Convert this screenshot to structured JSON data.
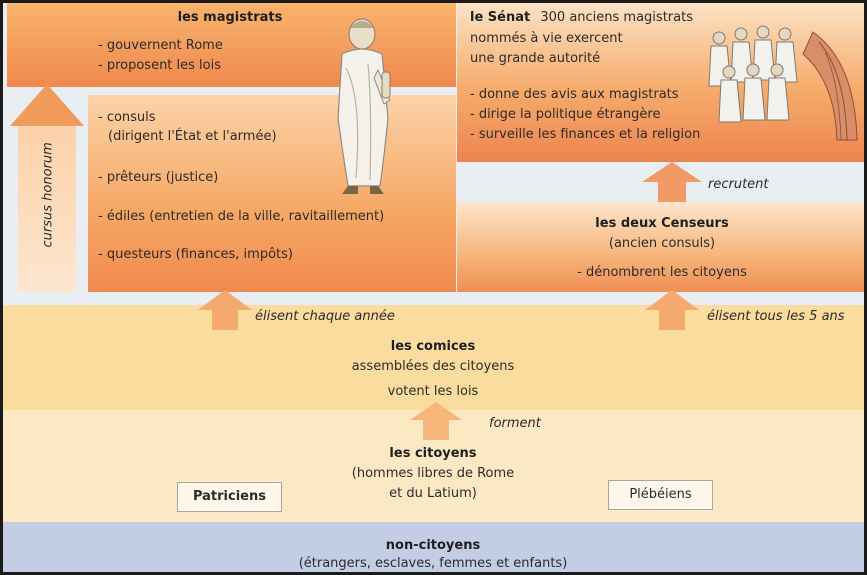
{
  "magistrats": {
    "title": "les magistrats",
    "lines": [
      "- gouvernent Rome",
      "- proposent les lois"
    ],
    "offices": [
      "- consuls",
      "(dirigent l'État et l'armée)",
      "- prêteurs (justice)",
      "- édiles (entretien de la ville, ravitaillement)",
      "- questeurs (finances, impôts)"
    ]
  },
  "cursus": {
    "label": "cursus honorum"
  },
  "senat": {
    "title": "le Sénat",
    "desc1": "300 anciens magistrats",
    "desc2": "nommés à vie exercent",
    "desc3": "une grande autorité",
    "roles": [
      "- donne des avis aux magistrats",
      "- dirige la politique étrangère",
      "- surveille les finances et la religion"
    ]
  },
  "arrows": {
    "recrutent": "recrutent",
    "elisent_annee": "élisent chaque année",
    "elisent_5ans": "élisent tous les 5 ans",
    "forment": "forment"
  },
  "censeurs": {
    "title": "les deux Censeurs",
    "subtitle": "(ancien consuls)",
    "role": "- dénombrent les citoyens"
  },
  "comices": {
    "title": "les comices",
    "subtitle": "assemblées des citoyens",
    "role": "votent les lois"
  },
  "citoyens": {
    "title": "les citoyens",
    "line1": "(hommes libres de Rome",
    "line2": "et du Latium)",
    "patriciens": "Patriciens",
    "plebeiens": "Plébéiens"
  },
  "non_citoyens": {
    "title": "non-citoyens",
    "line1": "(étrangers, esclaves, femmes et enfants)"
  },
  "colors": {
    "orange_dark": "#ed8450",
    "orange_light": "#fcd3a8",
    "comices_band": "#fadc9e",
    "citoyens_band": "#fbe9c4",
    "non_citoyens_band": "#c3cde6"
  }
}
